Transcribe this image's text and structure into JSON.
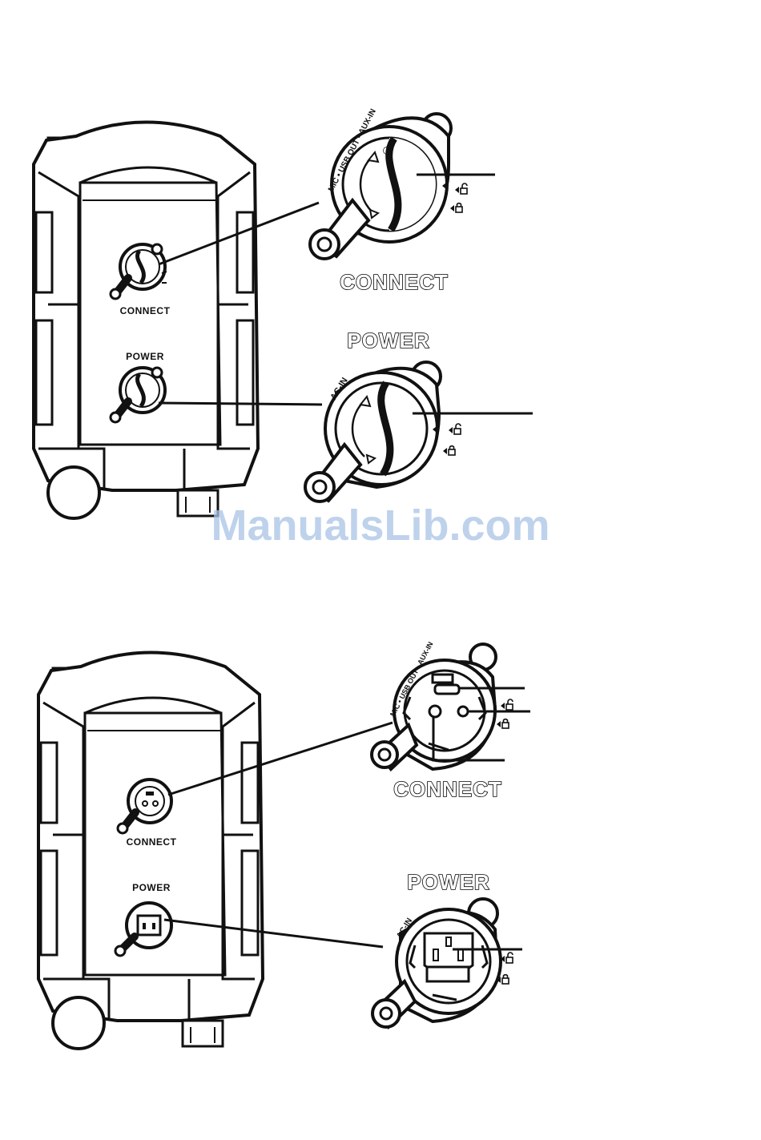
{
  "labels": {
    "connect": "CONNECT",
    "power": "POWER",
    "connect_ring": "MIC • USB OUT • AUX-IN",
    "power_ring": "AC-IN"
  },
  "watermark": "ManualsLib.com",
  "colors": {
    "line": "#111111",
    "background": "#ffffff",
    "watermark": "#a9c4e6"
  },
  "icons": [
    "unlock-icon",
    "lock-icon",
    "rotate-arrow-icon"
  ]
}
